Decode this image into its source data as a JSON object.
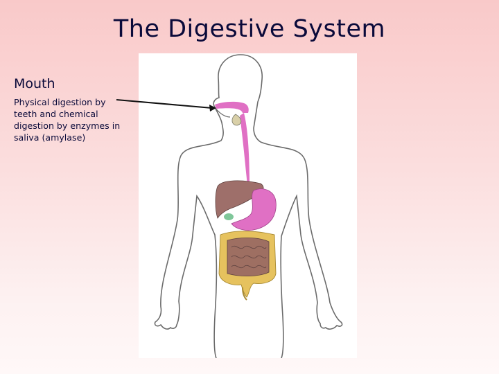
{
  "slide": {
    "title": "The Digestive System",
    "label": {
      "heading": "Mouth",
      "body": "Physical digestion by teeth and chemical digestion by enzymes in saliva (amylase)"
    }
  },
  "colors": {
    "title_text": "#0a0a3a",
    "background_top": "#f9c9c9",
    "background_bottom": "#fff8f8",
    "body_outline": "#6b6b6b",
    "liver": "#9e6f6a",
    "stomach_esophagus": "#e070c4",
    "large_intestine": "#e6c25e",
    "small_intestine": "#9e6f62",
    "gallbladder": "#7fc79a"
  }
}
